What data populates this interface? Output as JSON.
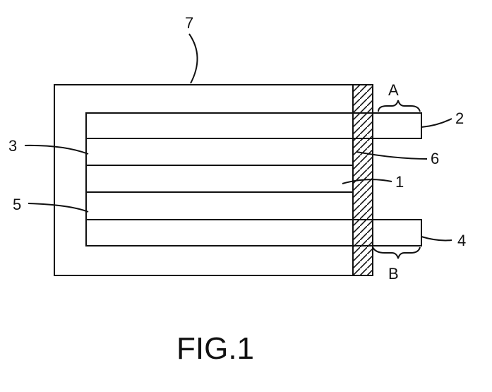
{
  "figure": {
    "caption": "FIG.1",
    "labels": {
      "body": "7",
      "top_electrode": "2",
      "upper_layer": "3",
      "sealant": "6",
      "middle_layer": "1",
      "lower_layer": "5",
      "bottom_electrode": "4",
      "region_a": "A",
      "region_b": "B"
    }
  }
}
